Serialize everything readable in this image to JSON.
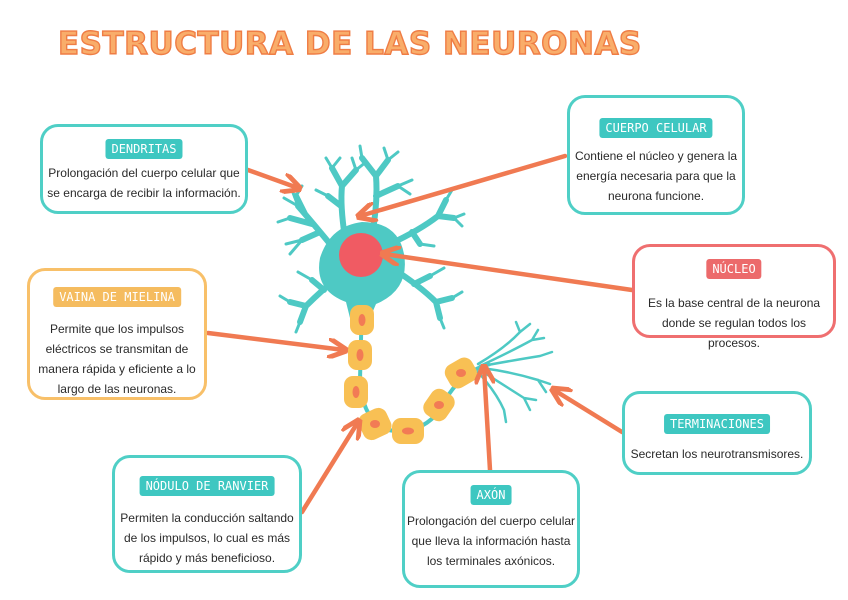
{
  "title": "ESTRUCTURA DE LAS NEURONAS",
  "colors": {
    "teal": "#4fcfc6",
    "orange": "#f8c069",
    "red": "#ef6f70",
    "title": "#f9ad6a",
    "arrow": "#f07a52",
    "soma": "#f05b63",
    "myelin": "#f8c054"
  },
  "labels": {
    "dendritas": {
      "tag": "DENDRITAS",
      "text": "Prolongación del cuerpo celular que\nse encarga de recibir la información."
    },
    "cuerpo_celular": {
      "tag": "CUERPO CELULAR",
      "text": "Contiene el núcleo y genera la\nenergía necesaria para que la\nneurona funcione."
    },
    "nucleo": {
      "tag": "NÚCLEO",
      "text": "Es la base central de la neurona\ndonde se regulan todos los procesos."
    },
    "vaina": {
      "tag": "VAINA DE MIELINA",
      "text": "Permite que los impulsos\neléctricos se transmitan de\nmanera rápida y eficiente a lo\nlargo de las neuronas."
    },
    "terminaciones": {
      "tag": "TERMINACIONES",
      "text": "Secretan los neurotransmisores."
    },
    "nodulo": {
      "tag": "NÓDULO DE RANVIER",
      "text": "Permiten la conducción saltando\nde los impulsos, lo cual es más\nrápido y más beneficioso."
    },
    "axon": {
      "tag": "AXÓN",
      "text": "Prolongación del cuerpo celular\nque lleva la información hasta\nlos terminales axónicos."
    }
  }
}
